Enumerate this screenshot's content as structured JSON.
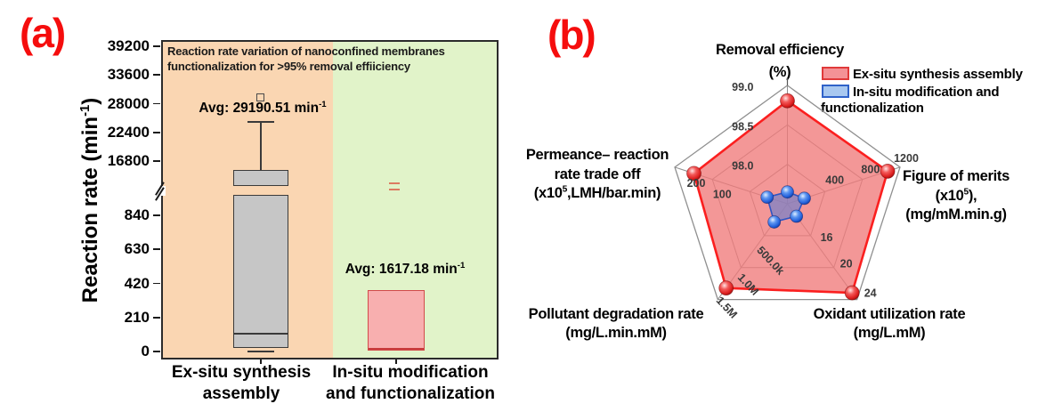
{
  "panels": {
    "a": {
      "label": "(a)"
    },
    "b": {
      "label": "(b)"
    }
  },
  "colors": {
    "panel_label_red": "#F50D0D",
    "ex_situ_region_bg": "#FAD6B2",
    "in_situ_region_bg": "#E1F3C9",
    "gray_box_fill": "#C6C6C6",
    "gray_box_border": "#3A3A3A",
    "pink_box_fill": "#F8AFAF",
    "pink_box_border": "#D24A4A",
    "pink_median": "#C83C3C",
    "break_mean_marker": "#DC7B61",
    "radar_red_fill": "#F07A7A",
    "radar_red_stroke": "#FB1F1F",
    "radar_blue_fill": "#7080CB",
    "radar_blue_stroke": "#2F55C4",
    "grid_gray": "#8F8F8F"
  },
  "chart_data": [
    {
      "type": "box",
      "panel": "a",
      "note_lines": [
        "Reaction rate variation of nanoconfined membranes",
        "functionalization for >95% removal effiiciency"
      ],
      "y_axis": {
        "title": "Reaction rate (min^{-1})",
        "upper_ticks": [
          39200,
          33600,
          28000,
          22400,
          16800
        ],
        "lower_ticks": [
          840,
          630,
          420,
          210,
          0
        ],
        "axis_break": true,
        "upper_range": [
          16800,
          39200
        ],
        "lower_range": [
          0,
          840
        ]
      },
      "groups": [
        {
          "name_lines": [
            "Ex-situ synthesis",
            "assembly"
          ],
          "mean": 29190.51,
          "mean_label": "Avg: 29190.51 min^{-1}",
          "whisker_high": 24500,
          "q3": 15000,
          "median": 110,
          "q1": 20,
          "whisker_low": 0,
          "mean_in_break": false
        },
        {
          "name_lines": [
            "In-situ modification",
            "and functionalization"
          ],
          "mean": 1617.18,
          "mean_label": "Avg: 1617.18 min^{-1}",
          "whisker_high": null,
          "q3": 380,
          "median": 15,
          "q1": 3,
          "whisker_low": null,
          "mean_in_break": true
        }
      ]
    },
    {
      "type": "radar",
      "panel": "b",
      "grid_fractions": [
        0.3333,
        0.6667,
        1
      ],
      "axes": [
        {
          "title_lines": [
            "Removal efficiency",
            "(%)"
          ],
          "min": 97.5,
          "max": 99.0,
          "ticks": [
            {
              "f": 0.3333,
              "label": "98.0"
            },
            {
              "f": 0.6667,
              "label": "98.5"
            },
            {
              "f": 1,
              "label": "99.0"
            }
          ]
        },
        {
          "title_lines": [
            "Figure of merits",
            "(x10^{5}),",
            "(mg/mM.min.g)"
          ],
          "min": 0,
          "max": 1200,
          "ticks": [
            {
              "f": 0.3333,
              "label": "400"
            },
            {
              "f": 0.6667,
              "label": "800"
            },
            {
              "f": 1,
              "label": "1200"
            }
          ]
        },
        {
          "title_lines": [
            "Oxidant utilization rate",
            "(mg/L.mM)"
          ],
          "min": 12,
          "max": 24,
          "ticks": [
            {
              "f": 0.3333,
              "label": "16"
            },
            {
              "f": 0.6667,
              "label": "20"
            },
            {
              "f": 1,
              "label": "24"
            }
          ]
        },
        {
          "title_lines": [
            "Pollutant degradation rate",
            "(mg/L.min.mM)"
          ],
          "min": 0,
          "max": 1500000,
          "ticks": [
            {
              "f": 0.3333,
              "label": "500.0k"
            },
            {
              "f": 0.6667,
              "label": "1.0M"
            },
            {
              "f": 1,
              "label": "1.5M"
            }
          ]
        },
        {
          "title_lines": [
            "Permeance– reaction",
            "rate trade off",
            "(x10^{5},LMH/bar.min)"
          ],
          "min": 0,
          "max": 200,
          "ticks": [
            {
              "f": 0.5,
              "label": "100"
            },
            {
              "f": 1,
              "label": "200"
            }
          ]
        }
      ],
      "series": [
        {
          "name": "Ex-situ synthesis assembly",
          "fractions": [
            0.87,
            0.89,
            0.93,
            0.88,
            0.83
          ],
          "values": [
            98.8,
            1070,
            23.2,
            1320000,
            166
          ]
        },
        {
          "name": "In-situ modification and functionalization",
          "name_lines": [
            "In-situ modification and",
            "functionalization"
          ],
          "fractions": [
            0.1,
            0.15,
            0.13,
            0.19,
            0.18
          ],
          "values": [
            97.65,
            180,
            13.6,
            285000,
            36
          ]
        }
      ],
      "legend_position": "top-right"
    }
  ]
}
